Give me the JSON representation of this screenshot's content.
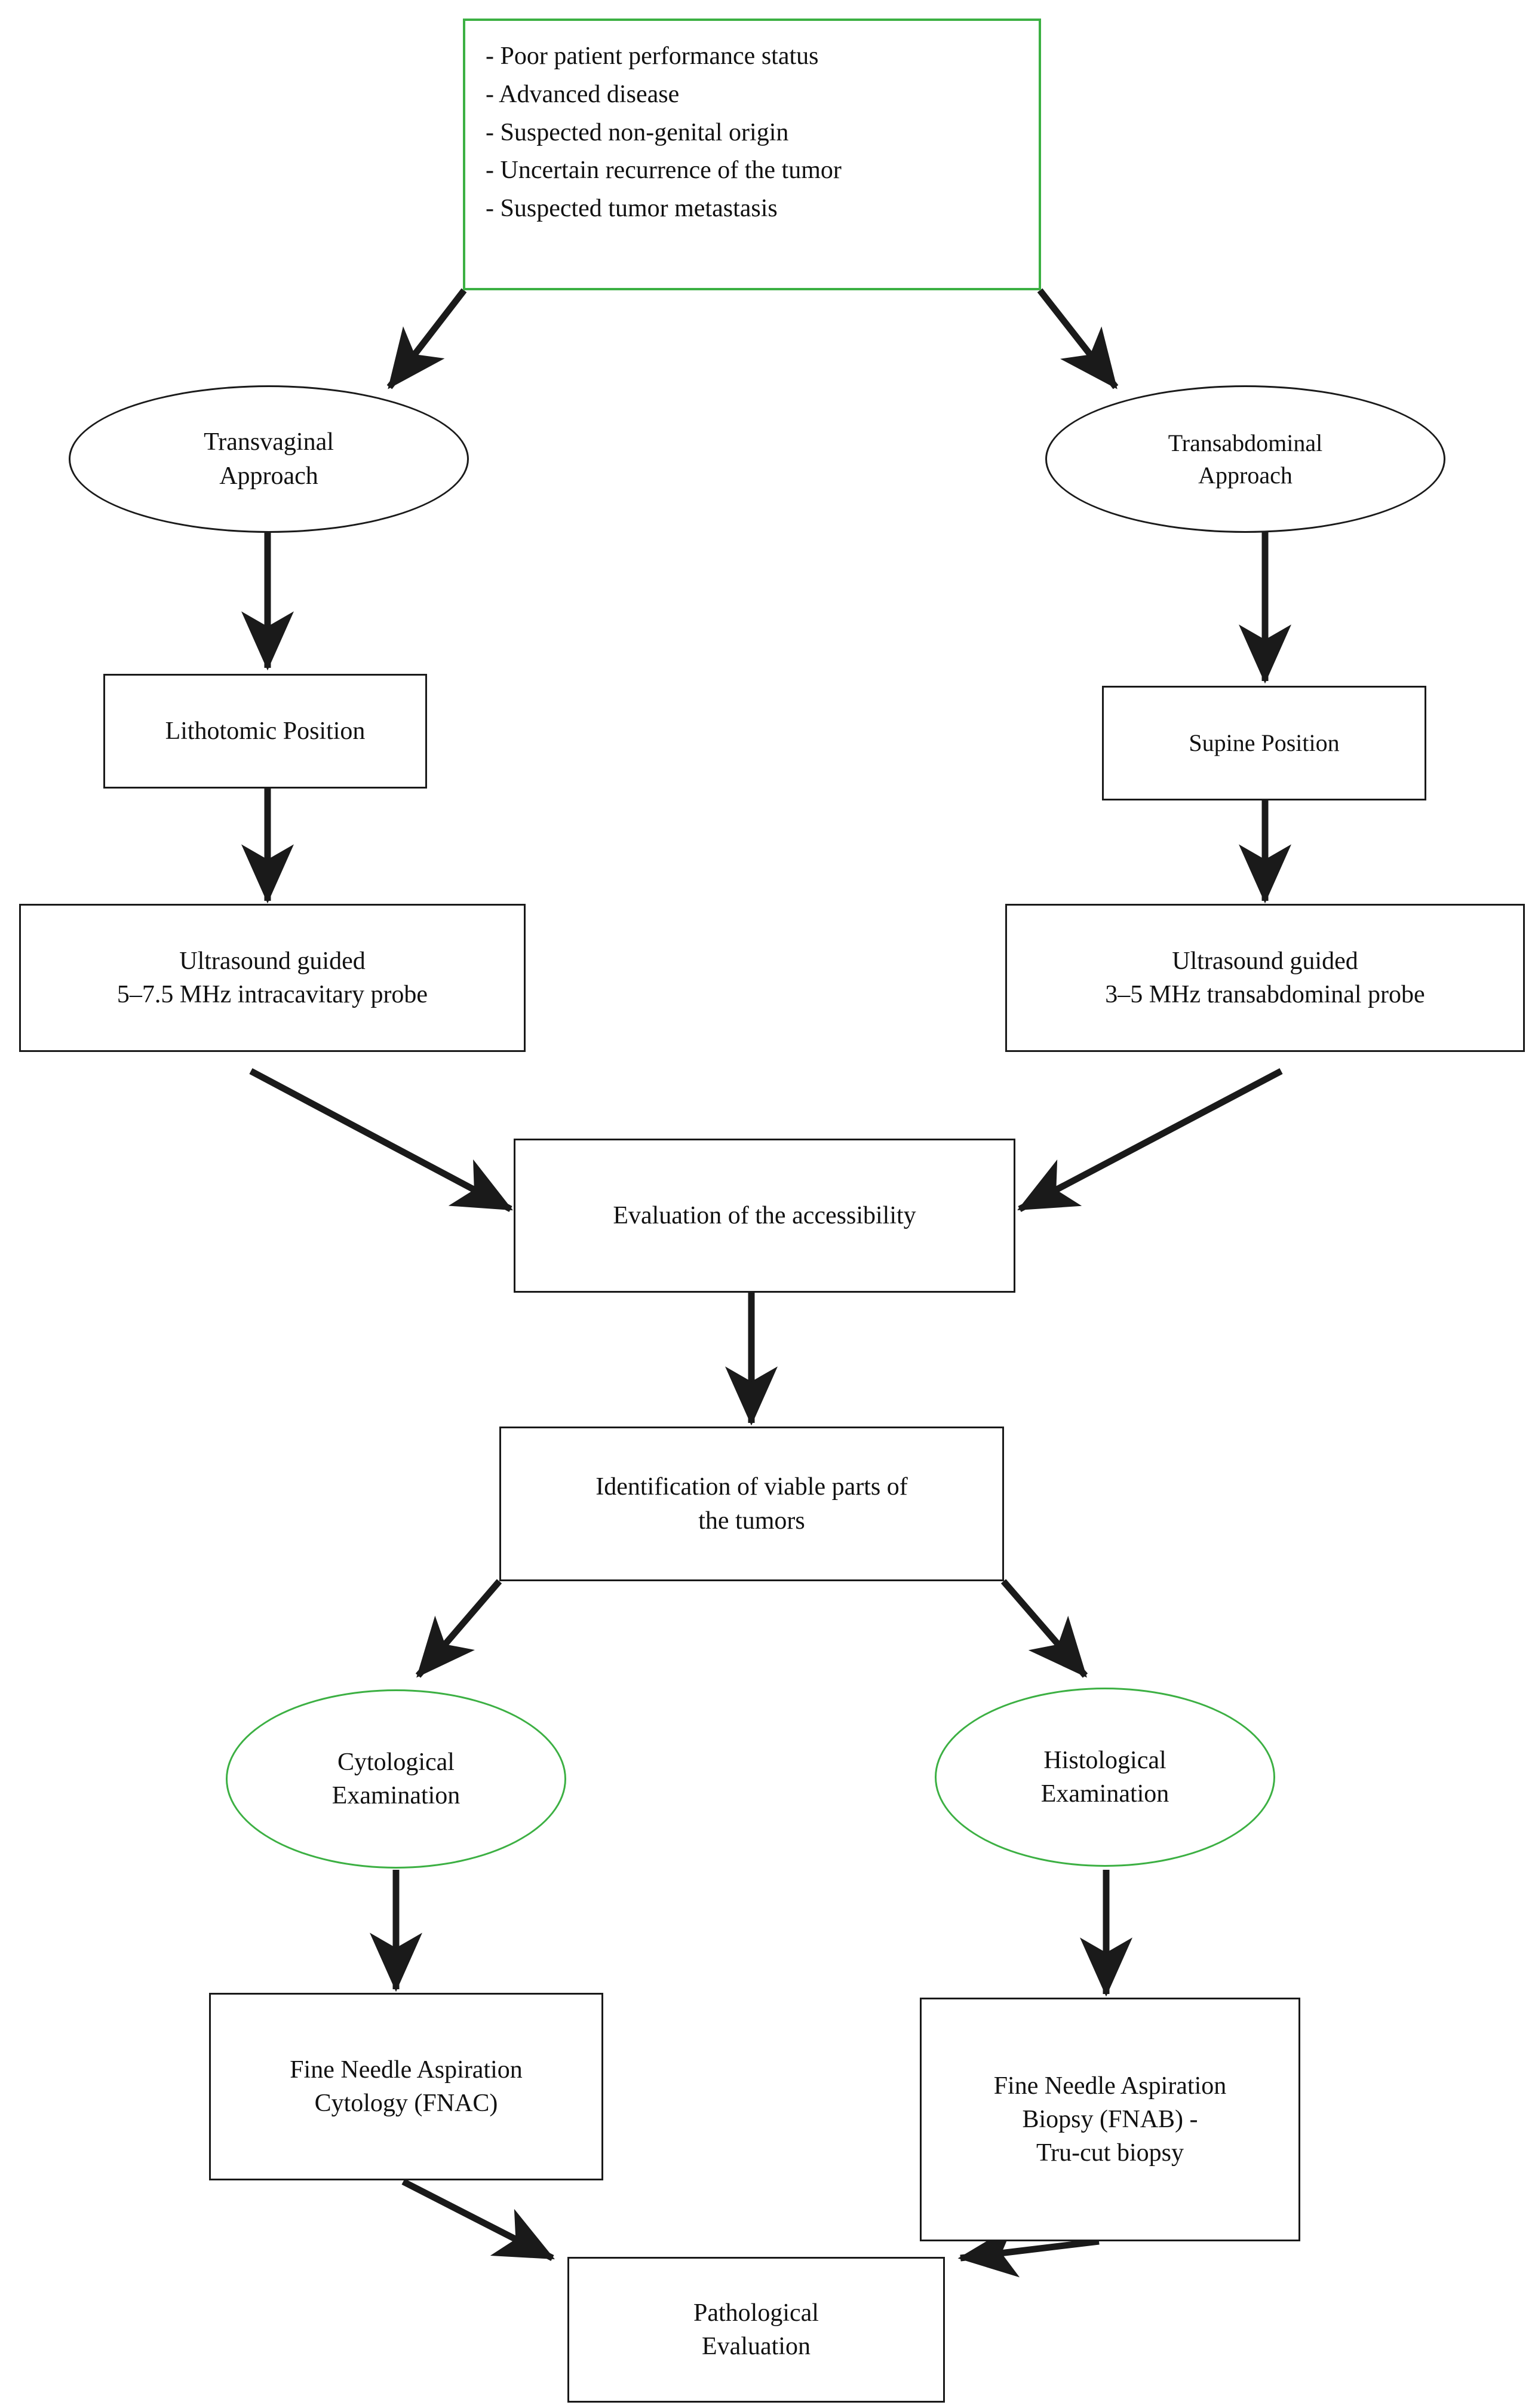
{
  "diagram": {
    "title": "Ultrasound guided biopsy flowchart",
    "colors": {
      "accent_green": "#3cb043",
      "line_black": "#1a1a1a",
      "background": "#ffffff"
    },
    "nodes": {
      "criteria": {
        "label": "- Poor patient performance status\n- Advanced disease\n- Suspected non-genital origin\n- Uncertain recurrence of the tumor\n- Suspected tumor metastasis"
      },
      "transvaginal": {
        "label": "Transvaginal\nApproach"
      },
      "transabdominal": {
        "label": "Transabdominal\nApproach"
      },
      "lithotomic": {
        "label": "Lithotomic Position"
      },
      "supine": {
        "label": "Supine Position"
      },
      "probe_intracavitary": {
        "label": "Ultrasound guided\n5–7.5 MHz  intracavitary probe"
      },
      "probe_transabdominal": {
        "label": "Ultrasound guided\n3–5 MHz  transabdominal probe"
      },
      "accessibility": {
        "label": "Evaluation of  the accessibility"
      },
      "identification": {
        "label": "Identification of viable parts of\nthe tumors"
      },
      "cytological": {
        "label": "Cytological\nExamination"
      },
      "histological": {
        "label": "Histological\nExamination"
      },
      "fnac": {
        "label": "Fine Needle Aspiration\nCytology (FNAC)"
      },
      "fnab": {
        "label": "Fine Needle Aspiration\nBiopsy (FNAB)  -\nTru-cut biopsy"
      },
      "pathological": {
        "label": "Pathological\nEvaluation"
      }
    }
  }
}
